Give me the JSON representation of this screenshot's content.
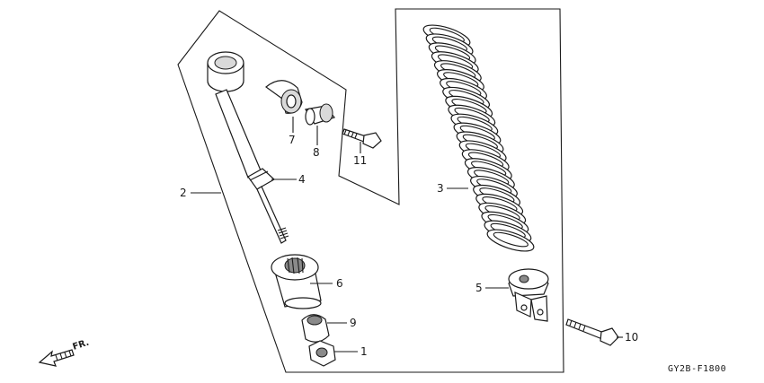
{
  "callouts": {
    "c1": "1",
    "c2": "2",
    "c3": "3",
    "c4": "4",
    "c5": "5",
    "c6": "6",
    "c7": "7",
    "c8": "8",
    "c9": "9",
    "c10": "10",
    "c11": "11"
  },
  "direction_label": "FR.",
  "diagram_code": "GY2B-F1800"
}
